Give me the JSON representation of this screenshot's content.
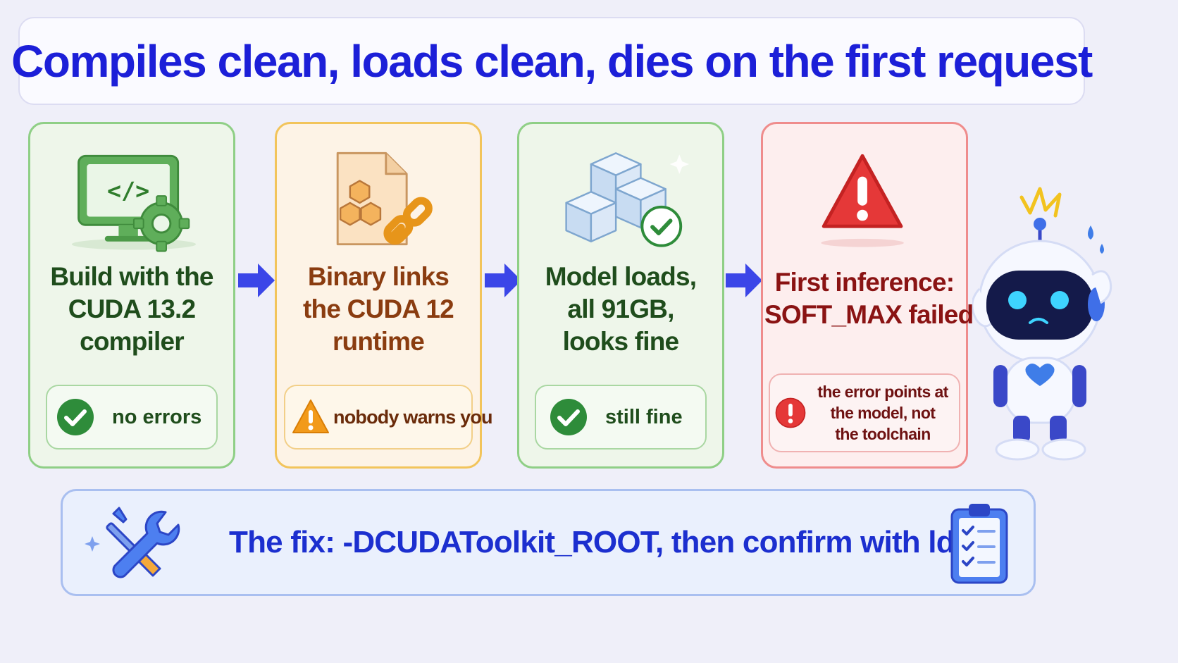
{
  "title": "Compiles clean, loads clean, dies on the first request",
  "steps": [
    {
      "icon": "monitor-code-gear-icon",
      "lines": [
        "Build with the",
        "CUDA 13.2",
        "compiler"
      ],
      "status_icon": "check-circle-icon",
      "status": "no errors"
    },
    {
      "icon": "binary-file-link-icon",
      "lines": [
        "Binary links",
        "the CUDA 12",
        "runtime"
      ],
      "status_icon": "warning-triangle-icon",
      "status": "nobody warns you"
    },
    {
      "icon": "model-cubes-check-icon",
      "lines": [
        "Model loads,",
        "all 91GB,",
        "looks fine"
      ],
      "status_icon": "check-circle-icon",
      "status": "still fine"
    },
    {
      "icon": "error-triangle-icon",
      "lines": [
        "First inference:",
        "SOFT_MAX failed"
      ],
      "status_icon": "exclamation-circle-icon",
      "status_lines": [
        "the error points at",
        "the model, not",
        "the toolchain"
      ]
    }
  ],
  "fix": {
    "icon": "tools-icon",
    "text": "The fix: -DCUDAToolkit_ROOT, then confirm with ldd",
    "checklist_icon": "checklist-clipboard-icon"
  },
  "colors": {
    "title": "#1c1fd8",
    "accent_blue": "#3b46e8",
    "ok_green": "#2e8c3a",
    "warn_orange": "#f29a1a",
    "error_red": "#e53838"
  }
}
